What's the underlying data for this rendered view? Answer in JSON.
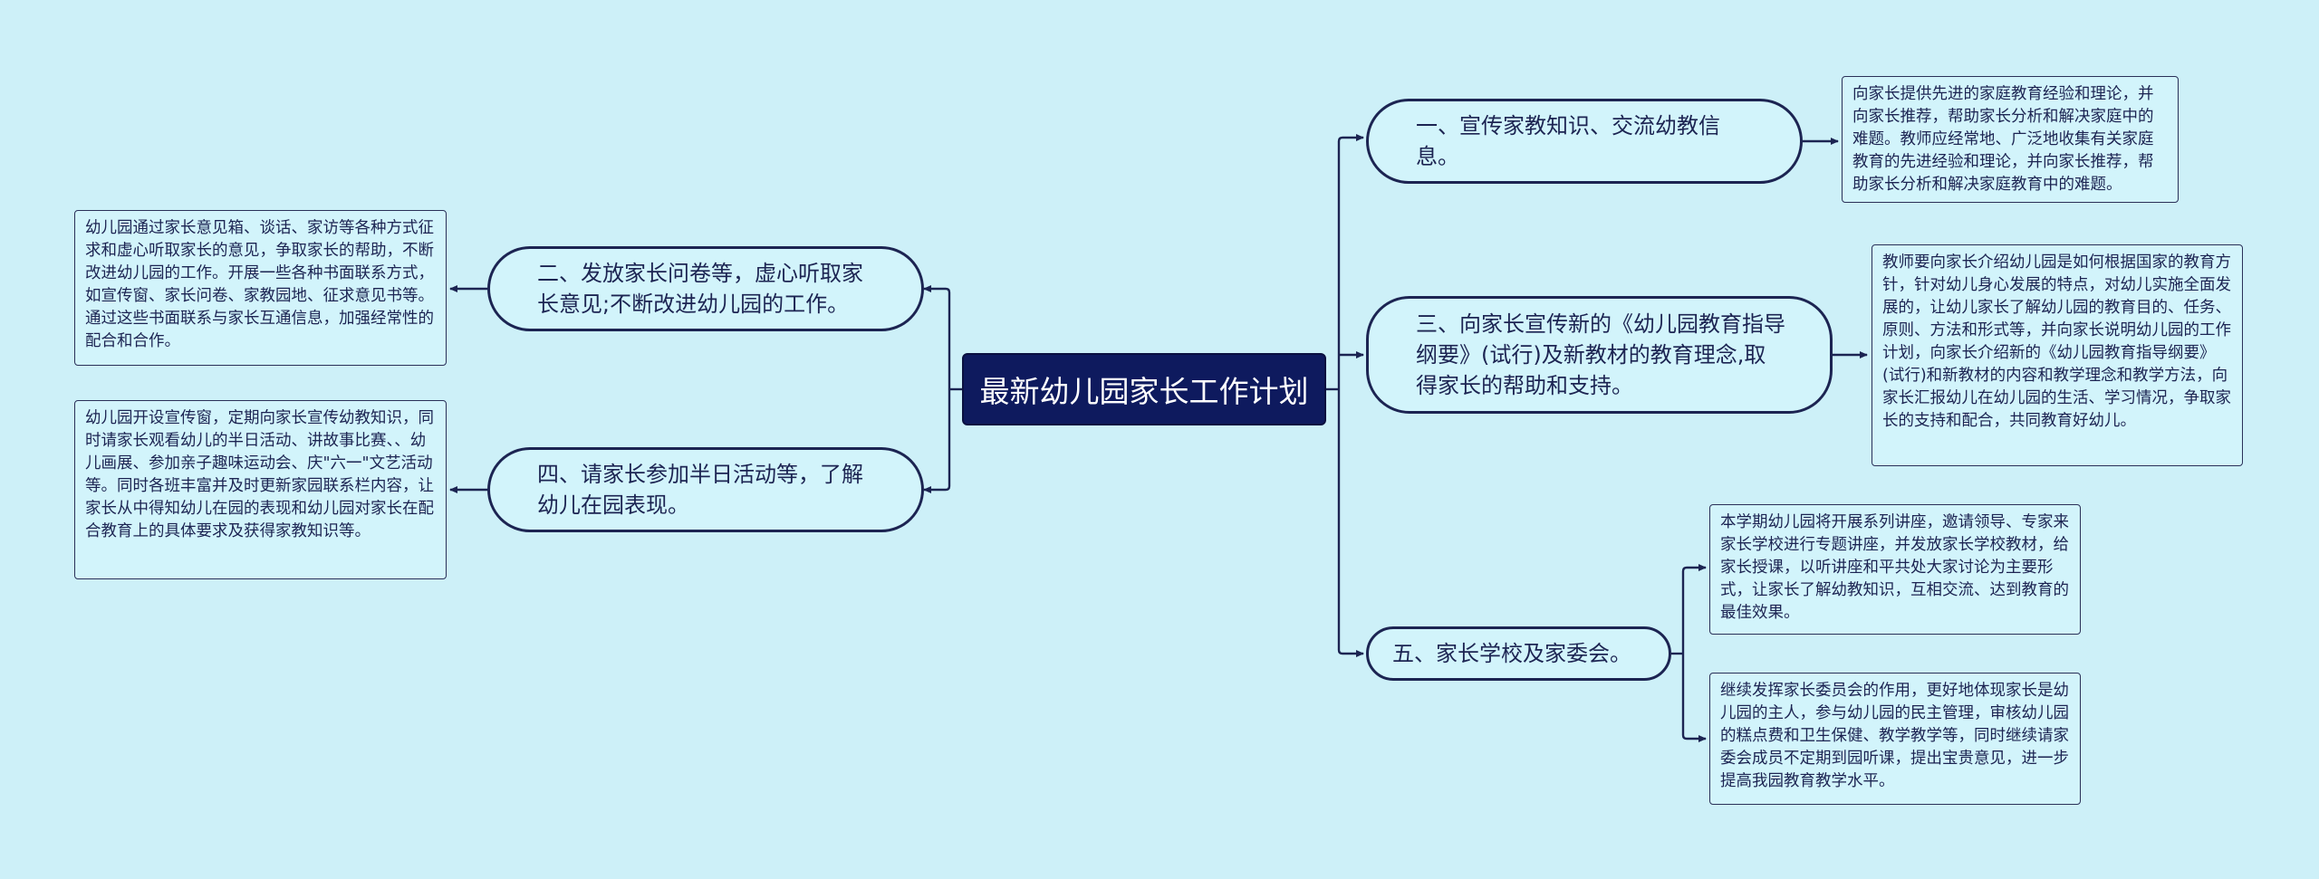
{
  "root": {
    "label": "最新幼儿园家长工作计划"
  },
  "branches": [
    {
      "id": "b1",
      "label": "一、宣传家教知识、交流幼教信息。"
    },
    {
      "id": "b3",
      "label": "三、向家长宣传新的《幼儿园教育指导纲要》(试行)及新教材的教育理念,取得家长的帮助和支持。"
    },
    {
      "id": "b5",
      "label": "五、家长学校及家委会。"
    },
    {
      "id": "b2",
      "label": "二、发放家长问卷等，虚心听取家长意见;不断改进幼儿园的工作。"
    },
    {
      "id": "b4",
      "label": "四、请家长参加半日活动等，了解幼儿在园表现。"
    }
  ],
  "leaves": [
    {
      "id": "l1",
      "text": "向家长提供先进的家庭教育经验和理论，并向家长推荐，帮助家长分析和解决家庭中的难题。教师应经常地、广泛地收集有关家庭教育的先进经验和理论，并向家长推荐，帮助家长分析和解决家庭教育中的难题。"
    },
    {
      "id": "l3",
      "text": "教师要向家长介绍幼儿园是如何根据国家的教育方针，针对幼儿身心发展的特点，对幼儿实施全面发展的，让幼儿家长了解幼儿园的教育目的、任务、原则、方法和形式等，并向家长说明幼儿园的工作计划，向家长介绍新的《幼儿园教育指导纲要》(试行)和新教材的内容和教学理念和教学方法，向家长汇报幼儿在幼儿园的生活、学习情况，争取家长的支持和配合，共同教育好幼儿。"
    },
    {
      "id": "l5a",
      "text": "本学期幼儿园将开展系列讲座，邀请领导、专家来家长学校进行专题讲座，并发放家长学校教材，给家长授课，以听讲座和平共处大家讨论为主要形式，让家长了解幼教知识，互相交流、达到教育的最佳效果。"
    },
    {
      "id": "l5b",
      "text": "继续发挥家长委员会的作用，更好地体现家长是幼儿园的主人，参与幼儿园的民主管理，审核幼儿园的糕点费和卫生保健、教学教学等，同时继续请家委会成员不定期到园听课，提出宝贵意见，进一步提高我园教育教学水平。"
    },
    {
      "id": "l2",
      "text": "幼儿园通过家长意见箱、谈话、家访等各种方式征求和虚心听取家长的意见，争取家长的帮助，不断改进幼儿园的工作。开展一些各种书面联系方式，如宣传窗、家长问卷、家教园地、征求意见书等。通过这些书面联系与家长互通信息，加强经常性的配合和合作。"
    },
    {
      "id": "l4",
      "text": "幼儿园开设宣传窗，定期向家长宣传幼教知识，同时请家长观看幼儿的半日活动、讲故事比赛、、幼儿画展、参加亲子趣味运动会、庆\"六一\"文艺活动等。同时各班丰富并及时更新家园联系栏内容，让家长从中得知幼儿在园的表现和幼儿园对家长在配合教育上的具体要求及获得家教知识等。"
    }
  ],
  "colors": {
    "background": "#cdf0f8",
    "root_fill": "#0e1a5e",
    "line": "#1c2452",
    "node_fill": "#d2f4fb"
  }
}
